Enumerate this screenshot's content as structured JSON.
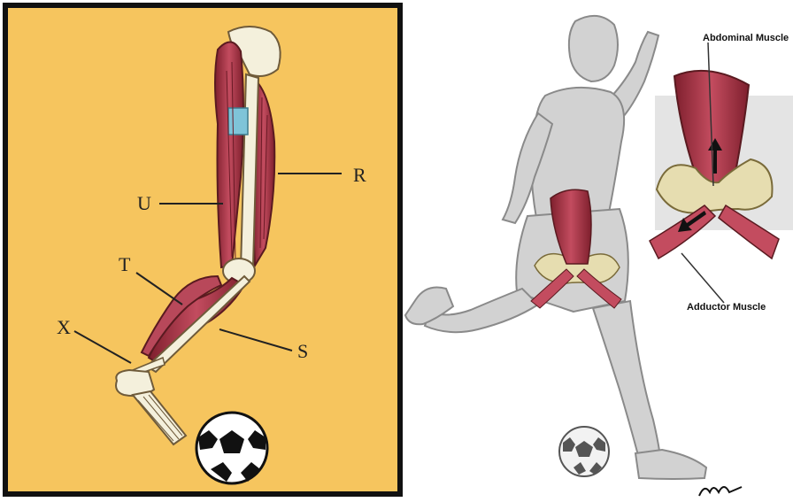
{
  "left_panel": {
    "labels": {
      "r": "R",
      "u": "U",
      "t": "T",
      "x": "X",
      "s": "S"
    }
  },
  "right_panel": {
    "labels": {
      "abdominal": "Abdominal Muscle",
      "adductor": "Adductor Muscle"
    }
  },
  "colors": {
    "panel_bg": "#f6c55e",
    "frame": "#111111",
    "muscle": "#b8485a",
    "muscle_dark": "#8a2232",
    "bone": "#f4f0dc",
    "bone_outline": "#6f5b3a",
    "tendon": "#7fc4d8",
    "figure_gray": "#d0d0d0",
    "figure_line": "#8a8a8a",
    "pelvis": "#e6ddb0",
    "callout_bg": "#e4e4e4"
  }
}
